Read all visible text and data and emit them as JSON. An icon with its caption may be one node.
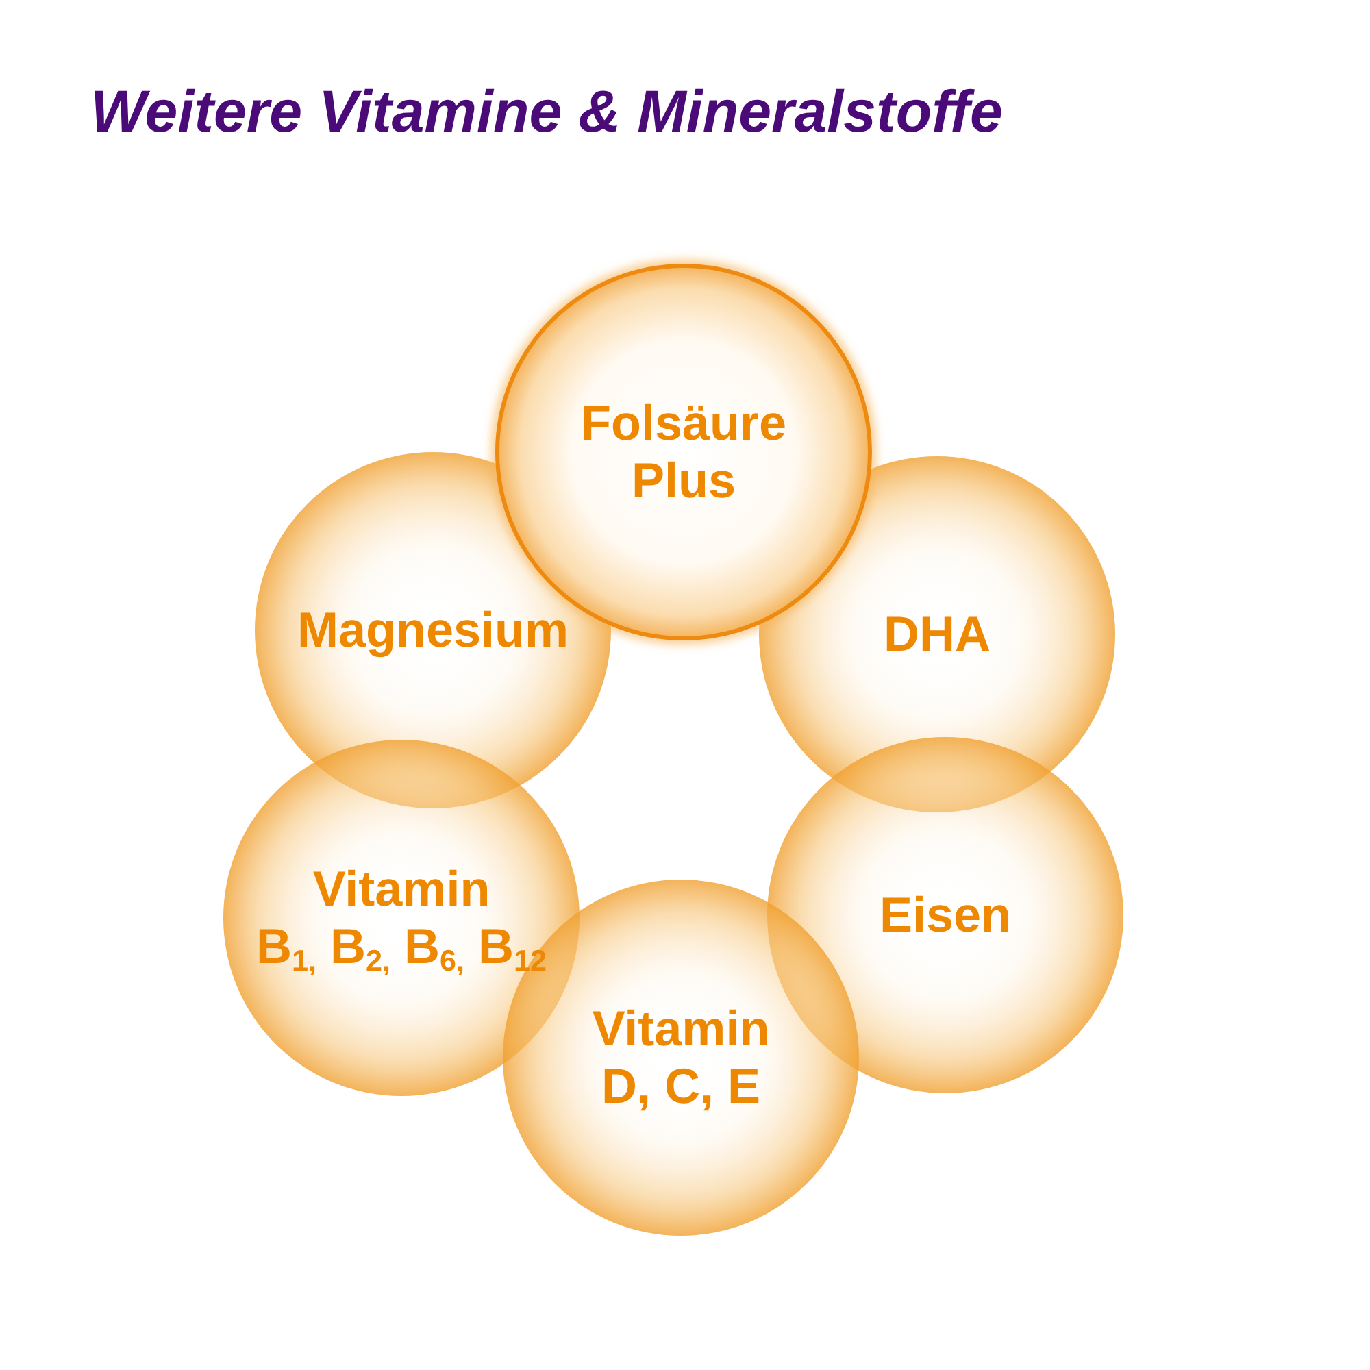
{
  "diagram": {
    "title": "Weitere Vitamine & Mineralstoffe",
    "nodes": [
      {
        "text": [
          "Folsäure Plus"
        ]
      },
      {
        "text": [
          "Magnesium"
        ]
      },
      {
        "text": [
          "DHA"
        ]
      },
      {
        "text": [
          "Vitamin B$_{1,}$ B$_{2,}$ B$_{6,}$ B$_{12}$"
        ]
      },
      {
        "text": [
          "Eisen"
        ]
      },
      {
        "text": [
          "Vitamin D, C, E"
        ]
      }
    ]
  }
}
